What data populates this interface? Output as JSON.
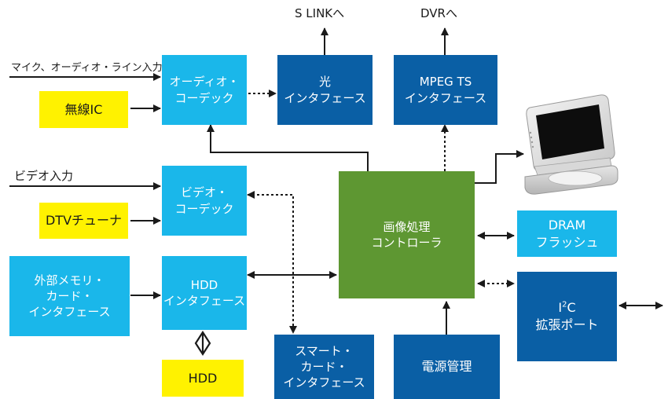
{
  "inputs": {
    "mic_audio_line": "マイク、オーディオ・ライン入力",
    "video_in": "ビデオ入力"
  },
  "outputs": {
    "s_link": "S LINKへ",
    "dvr": "DVRへ"
  },
  "blocks": {
    "audio_codec": [
      "オーディオ・",
      "コーデック"
    ],
    "wireless_ic": "無線IC",
    "video_codec": [
      "ビデオ・",
      "コーデック"
    ],
    "dtv_tuner": "DTVチューナ",
    "ext_memory": [
      "外部メモリ・",
      "カード・",
      "インタフェース"
    ],
    "hdd_if": [
      "HDD",
      "インタフェース"
    ],
    "hdd": "HDD",
    "optical_if": [
      "光",
      "インタフェース"
    ],
    "mpeg_ts_if": [
      "MPEG TS",
      "インタフェース"
    ],
    "controller": [
      "画像処理",
      "コントローラ"
    ],
    "dram": [
      "DRAM",
      "フラッシュ"
    ],
    "i2c_i": "I",
    "i2c_sup": "2",
    "i2c_c": "C",
    "i2c_sub": "拡張ポート",
    "smart_card": [
      "スマート・",
      "カード・",
      "インタフェース"
    ],
    "power": "電源管理"
  },
  "colors": {
    "light_blue": "#1ab7ea",
    "dark_blue": "#0a5fa5",
    "green": "#5e9732",
    "yellow": "#fff200"
  },
  "icons": {
    "display": "portable-dvd-player-icon"
  }
}
